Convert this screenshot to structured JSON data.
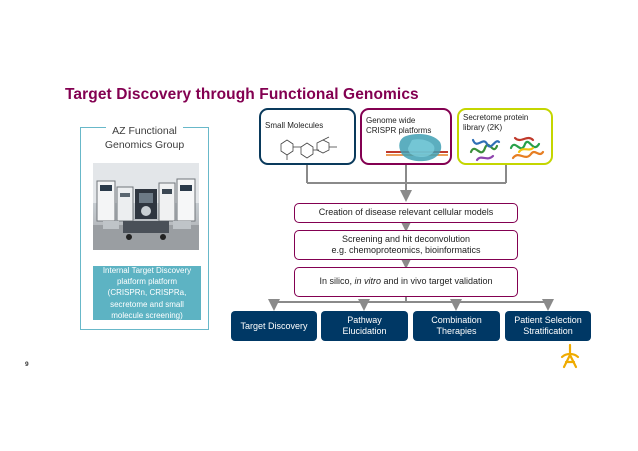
{
  "title": "Target Discovery through Functional Genomics",
  "group": {
    "title_line1": "AZ Functional",
    "title_line2": "Genomics Group",
    "platform_text": "Internal Target Discovery platform platform (CRISPRn, CRISPRa, secretome and small molecule screening)"
  },
  "sources": {
    "small_molecules": "Small Molecules",
    "crispr_line1": "Genome wide",
    "crispr_line2": "CRISPR platforms",
    "secretome_line1": "Secretome protein",
    "secretome_line2": "library (2K)"
  },
  "steps": {
    "step1": "Creation of disease relevant cellular models",
    "step2_line1": "Screening and hit deconvolution",
    "step2_line2": "e.g. chemoproteomics, bioinformatics",
    "step3_pre": "In silico, ",
    "step3_italic": "in vitro",
    "step3_post": " and in vivo target validation"
  },
  "outputs": {
    "out1": "Target Discovery",
    "out2_line1": "Pathway",
    "out2_line2": "Elucidation",
    "out3_line1": "Combination",
    "out3_line2": "Therapies",
    "out4_line1": "Patient Selection",
    "out4_line2": "Stratification"
  },
  "page_number": "9",
  "colors": {
    "title": "#830051",
    "accent_teal": "#5db3c3",
    "navy": "#003865",
    "lime": "#c4d600",
    "logo_gold": "#efab00"
  }
}
